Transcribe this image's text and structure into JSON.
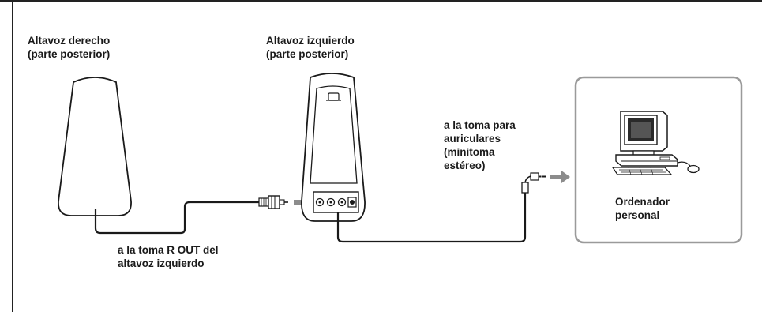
{
  "labels": {
    "right_speaker": [
      "Altavoz derecho",
      "(parte posterior)"
    ],
    "left_speaker": [
      "Altavoz izquierdo",
      "(parte posterior)"
    ],
    "headphone_jack": [
      "a la toma para",
      "auriculares",
      "(minitoma",
      "estéreo)"
    ],
    "computer": [
      "Ordenador",
      "personal"
    ],
    "r_out": [
      "a la toma R OUT del",
      "altavoz izquierdo"
    ]
  },
  "colors": {
    "border": "#222222",
    "cable": "#1a1a1a",
    "arrow": "#8c8c8c",
    "pc_box_border": "#9a9a9a"
  },
  "icons": [
    "right-speaker-icon",
    "left-speaker-icon",
    "stereo-plug-icon",
    "personal-computer-icon",
    "arrow-icon"
  ]
}
